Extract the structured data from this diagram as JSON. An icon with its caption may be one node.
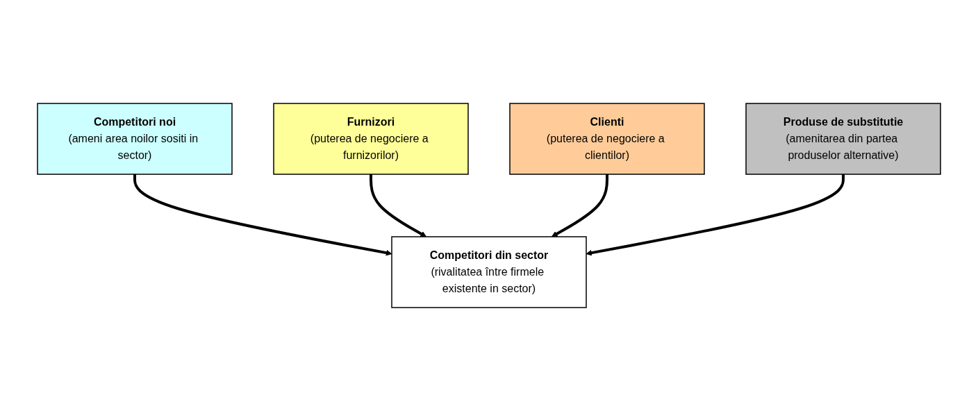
{
  "diagram": {
    "nodes": [
      {
        "text": [
          "Competitori noi",
          "(ameni area noilor sositi in sector)"
        ]
      },
      {
        "text": [
          "Furnizori",
          "(puterea de negociere a furnizorilor)"
        ]
      },
      {
        "text": [
          "Competitori din sector",
          "(rivalitatea între firmele existente in sector)"
        ]
      },
      {
        "text": [
          "Clienti",
          "(puterea de negociere a clientilor)"
        ]
      },
      {
        "text": [
          "Produse de substitutie",
          "(amenitarea din partea produselor alternative)"
        ]
      }
    ],
    "edges": [
      {
        "from": 0,
        "to": 2,
        "arrow": "to"
      },
      {
        "from": 1,
        "to": 2,
        "arrow": "to"
      },
      {
        "from": 3,
        "to": 2,
        "arrow": "to"
      },
      {
        "from": 4,
        "to": 2,
        "arrow": "to"
      }
    ]
  }
}
